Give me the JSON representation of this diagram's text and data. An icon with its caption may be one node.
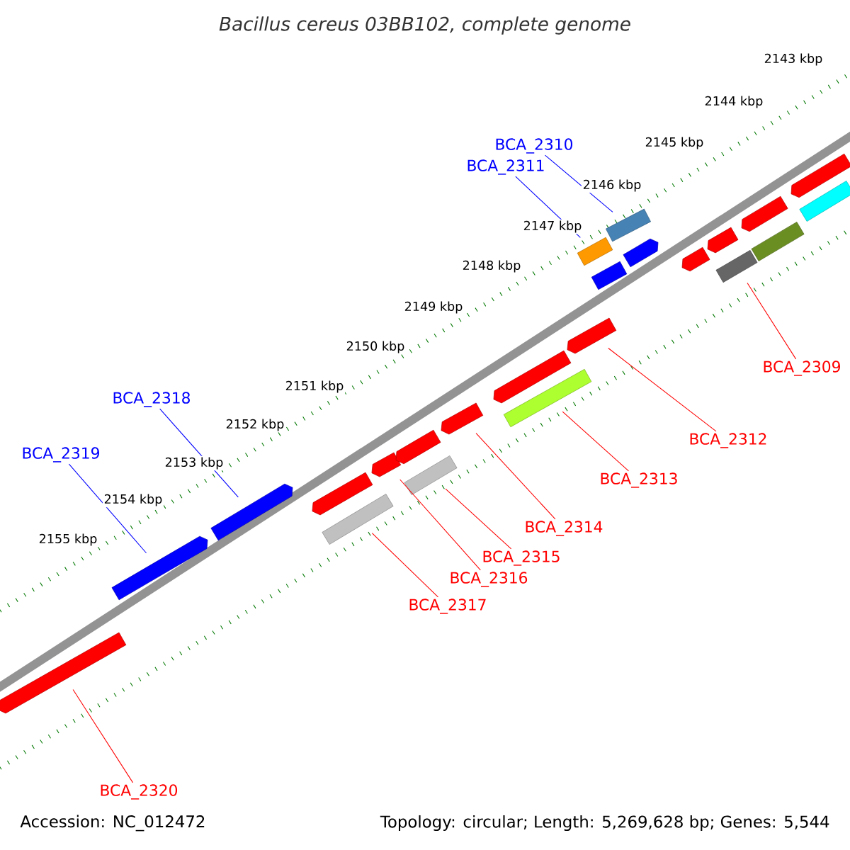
{
  "diagram": {
    "title": "Bacillus cereus 03BB102, complete genome",
    "nodes": [
      {
        "text": [
          "BCA_2310"
        ]
      },
      {
        "text": [
          "BCA_2311"
        ]
      },
      {
        "text": [
          "BCA_2309"
        ]
      },
      {
        "text": [
          "BCA_2318"
        ]
      },
      {
        "text": [
          "BCA_2312"
        ]
      },
      {
        "text": [
          "BCA_2319"
        ]
      },
      {
        "text": [
          "BCA_2313"
        ]
      },
      {
        "text": [
          "BCA_2314"
        ]
      },
      {
        "text": [
          "BCA_2315"
        ]
      },
      {
        "text": [
          "BCA_2316"
        ]
      },
      {
        "text": [
          "BCA_2317"
        ]
      },
      {
        "text": [
          "BCA_2320"
        ]
      },
      {
        "text": [],
        "shape": "arrow"
      },
      {
        "text": [],
        "shape": "arrow"
      },
      {
        "text": [],
        "shape": "arrow"
      },
      {
        "text": [],
        "shape": "arrow"
      },
      {
        "text": [],
        "shape": "bar"
      },
      {
        "text": [],
        "shape": "arrow"
      },
      {
        "text": [],
        "shape": "arrow"
      },
      {
        "text": [],
        "shape": "bar"
      },
      {
        "text": [],
        "shape": "arrow"
      },
      {
        "text": [],
        "shape": "arrow"
      },
      {
        "text": [],
        "shape": "bar"
      },
      {
        "text": [],
        "shape": "arrow"
      },
      {
        "text": [],
        "shape": "bar"
      },
      {
        "text": [],
        "shape": "bar"
      },
      {
        "text": [],
        "shape": "bar"
      },
      {
        "text": [],
        "shape": "arrow"
      },
      {
        "text": [],
        "shape": "arrow"
      },
      {
        "text": [],
        "shape": "arrow"
      },
      {
        "text": [],
        "shape": "bar"
      },
      {
        "text": [],
        "shape": "arrow"
      },
      {
        "text": [],
        "shape": "bar"
      },
      {
        "text": [],
        "shape": "arrow"
      },
      {
        "text": [],
        "shape": "bar"
      }
    ],
    "edges": [
      {
        "from": 0,
        "to": 26,
        "arrow": "none",
        "color": "#0000ff"
      },
      {
        "from": 1,
        "to": 24,
        "arrow": "none",
        "color": "#0000ff"
      },
      {
        "from": 2,
        "to": 30,
        "arrow": "none"
      },
      {
        "from": 3,
        "to": 14,
        "arrow": "none",
        "color": "#0000ff"
      },
      {
        "from": 4,
        "to": 23,
        "arrow": "none"
      },
      {
        "from": 5,
        "to": 13,
        "arrow": "none",
        "color": "#0000ff"
      },
      {
        "from": 6,
        "to": 22,
        "arrow": "none"
      },
      {
        "from": 7,
        "to": 20,
        "arrow": "none"
      },
      {
        "from": 8,
        "to": 19,
        "arrow": "none"
      },
      {
        "from": 9,
        "to": 17,
        "arrow": "none"
      },
      {
        "from": 10,
        "to": 16,
        "arrow": "none"
      },
      {
        "from": 11,
        "to": 12,
        "arrow": "none"
      }
    ],
    "labels": [
      "2143 kbp",
      "2144 kbp",
      "2145 kbp",
      "2146 kbp",
      "2147 kbp",
      "2148 kbp",
      "2149 kbp",
      "2150 kbp",
      "2151 kbp",
      "2152 kbp",
      "2153 kbp",
      "2154 kbp",
      "2155 kbp",
      "Accession: NC_012472",
      "Topology: circular; Length: 5,269,628 bp; Genes: 5,544"
    ]
  }
}
